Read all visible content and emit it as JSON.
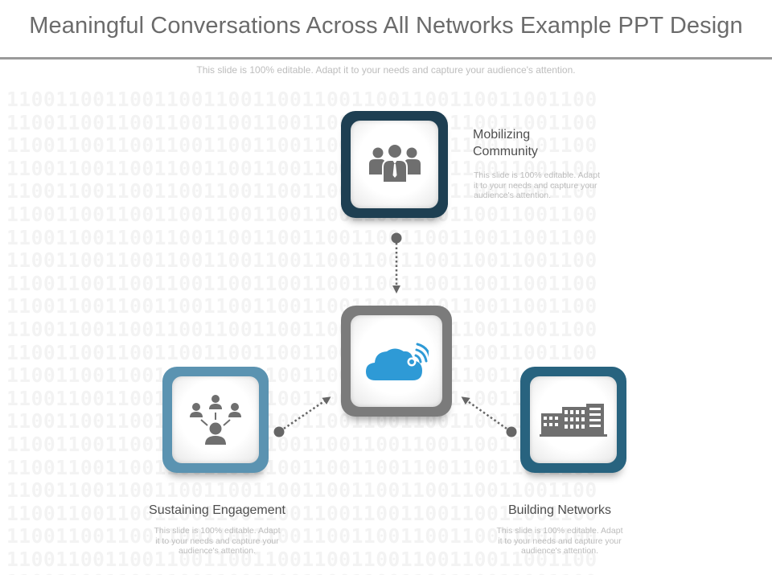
{
  "slide": {
    "title": "Meaningful Conversations Across All Networks Example PPT Design",
    "subtitle": "This slide is 100% editable. Adapt it to your needs and capture your audience's attention.",
    "background_pattern": "1100"
  },
  "nodes": {
    "top": {
      "title_line1": "Mobilizing",
      "title_line2": "Community",
      "body_line1": "This slide is 100% editable. Adapt",
      "body_line2": "it to your needs and capture your",
      "body_line3": "audience's attention.",
      "icon": "team-icon",
      "color": "#1e3f52"
    },
    "center": {
      "icon": "cloud-wifi-icon",
      "color": "#7b7b7b",
      "icon_color": "#2e9ad6"
    },
    "left": {
      "title": "Sustaining Engagement",
      "body_line1": "This slide is 100% editable. Adapt",
      "body_line2": "it to your needs and capture your",
      "body_line3": "audience's attention.",
      "icon": "network-people-icon",
      "color": "#5b93b1"
    },
    "right": {
      "title": "Building Networks",
      "body_line1": "This slide is 100% editable. Adapt",
      "body_line2": "it to your needs and capture your",
      "body_line3": "audience's attention.",
      "icon": "building-icon",
      "color": "#28637f"
    }
  },
  "colors": {
    "title_text": "#6b6b6b",
    "connector": "#666666"
  }
}
